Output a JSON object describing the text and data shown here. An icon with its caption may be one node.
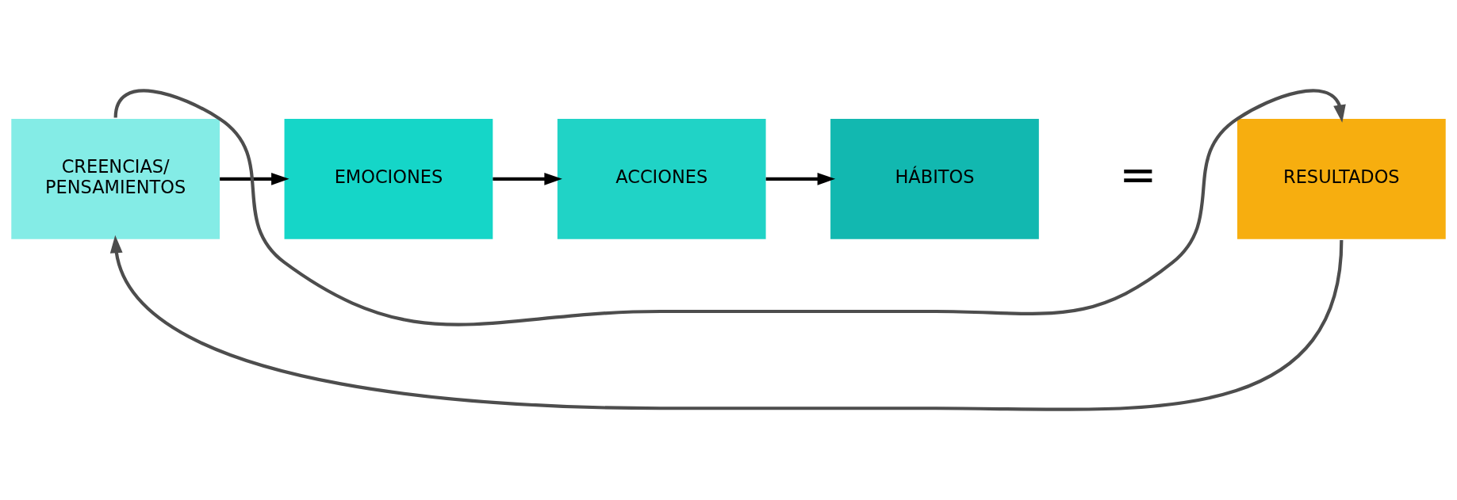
{
  "diagram": {
    "nodes": [
      {
        "text": [
          "CREENCIAS/ PENSAMIENTOS"
        ]
      },
      {
        "text": [
          "EMOCIONES"
        ]
      },
      {
        "text": [
          "ACCIONES"
        ]
      },
      {
        "text": [
          "HÁBITOS"
        ]
      },
      {
        "text": [
          "RESULTADOS"
        ]
      }
    ],
    "edges": [
      {
        "from": 0,
        "to": 1,
        "arrow": "to"
      },
      {
        "from": 1,
        "to": 2,
        "arrow": "to"
      },
      {
        "from": 2,
        "to": 3,
        "arrow": "to"
      },
      {
        "from": 0,
        "to": 4,
        "arrow": "to",
        "color": "#4d4d4d"
      },
      {
        "from": 4,
        "to": 0,
        "arrow": "to",
        "color": "#4d4d4d"
      }
    ],
    "labels": [
      "="
    ]
  }
}
